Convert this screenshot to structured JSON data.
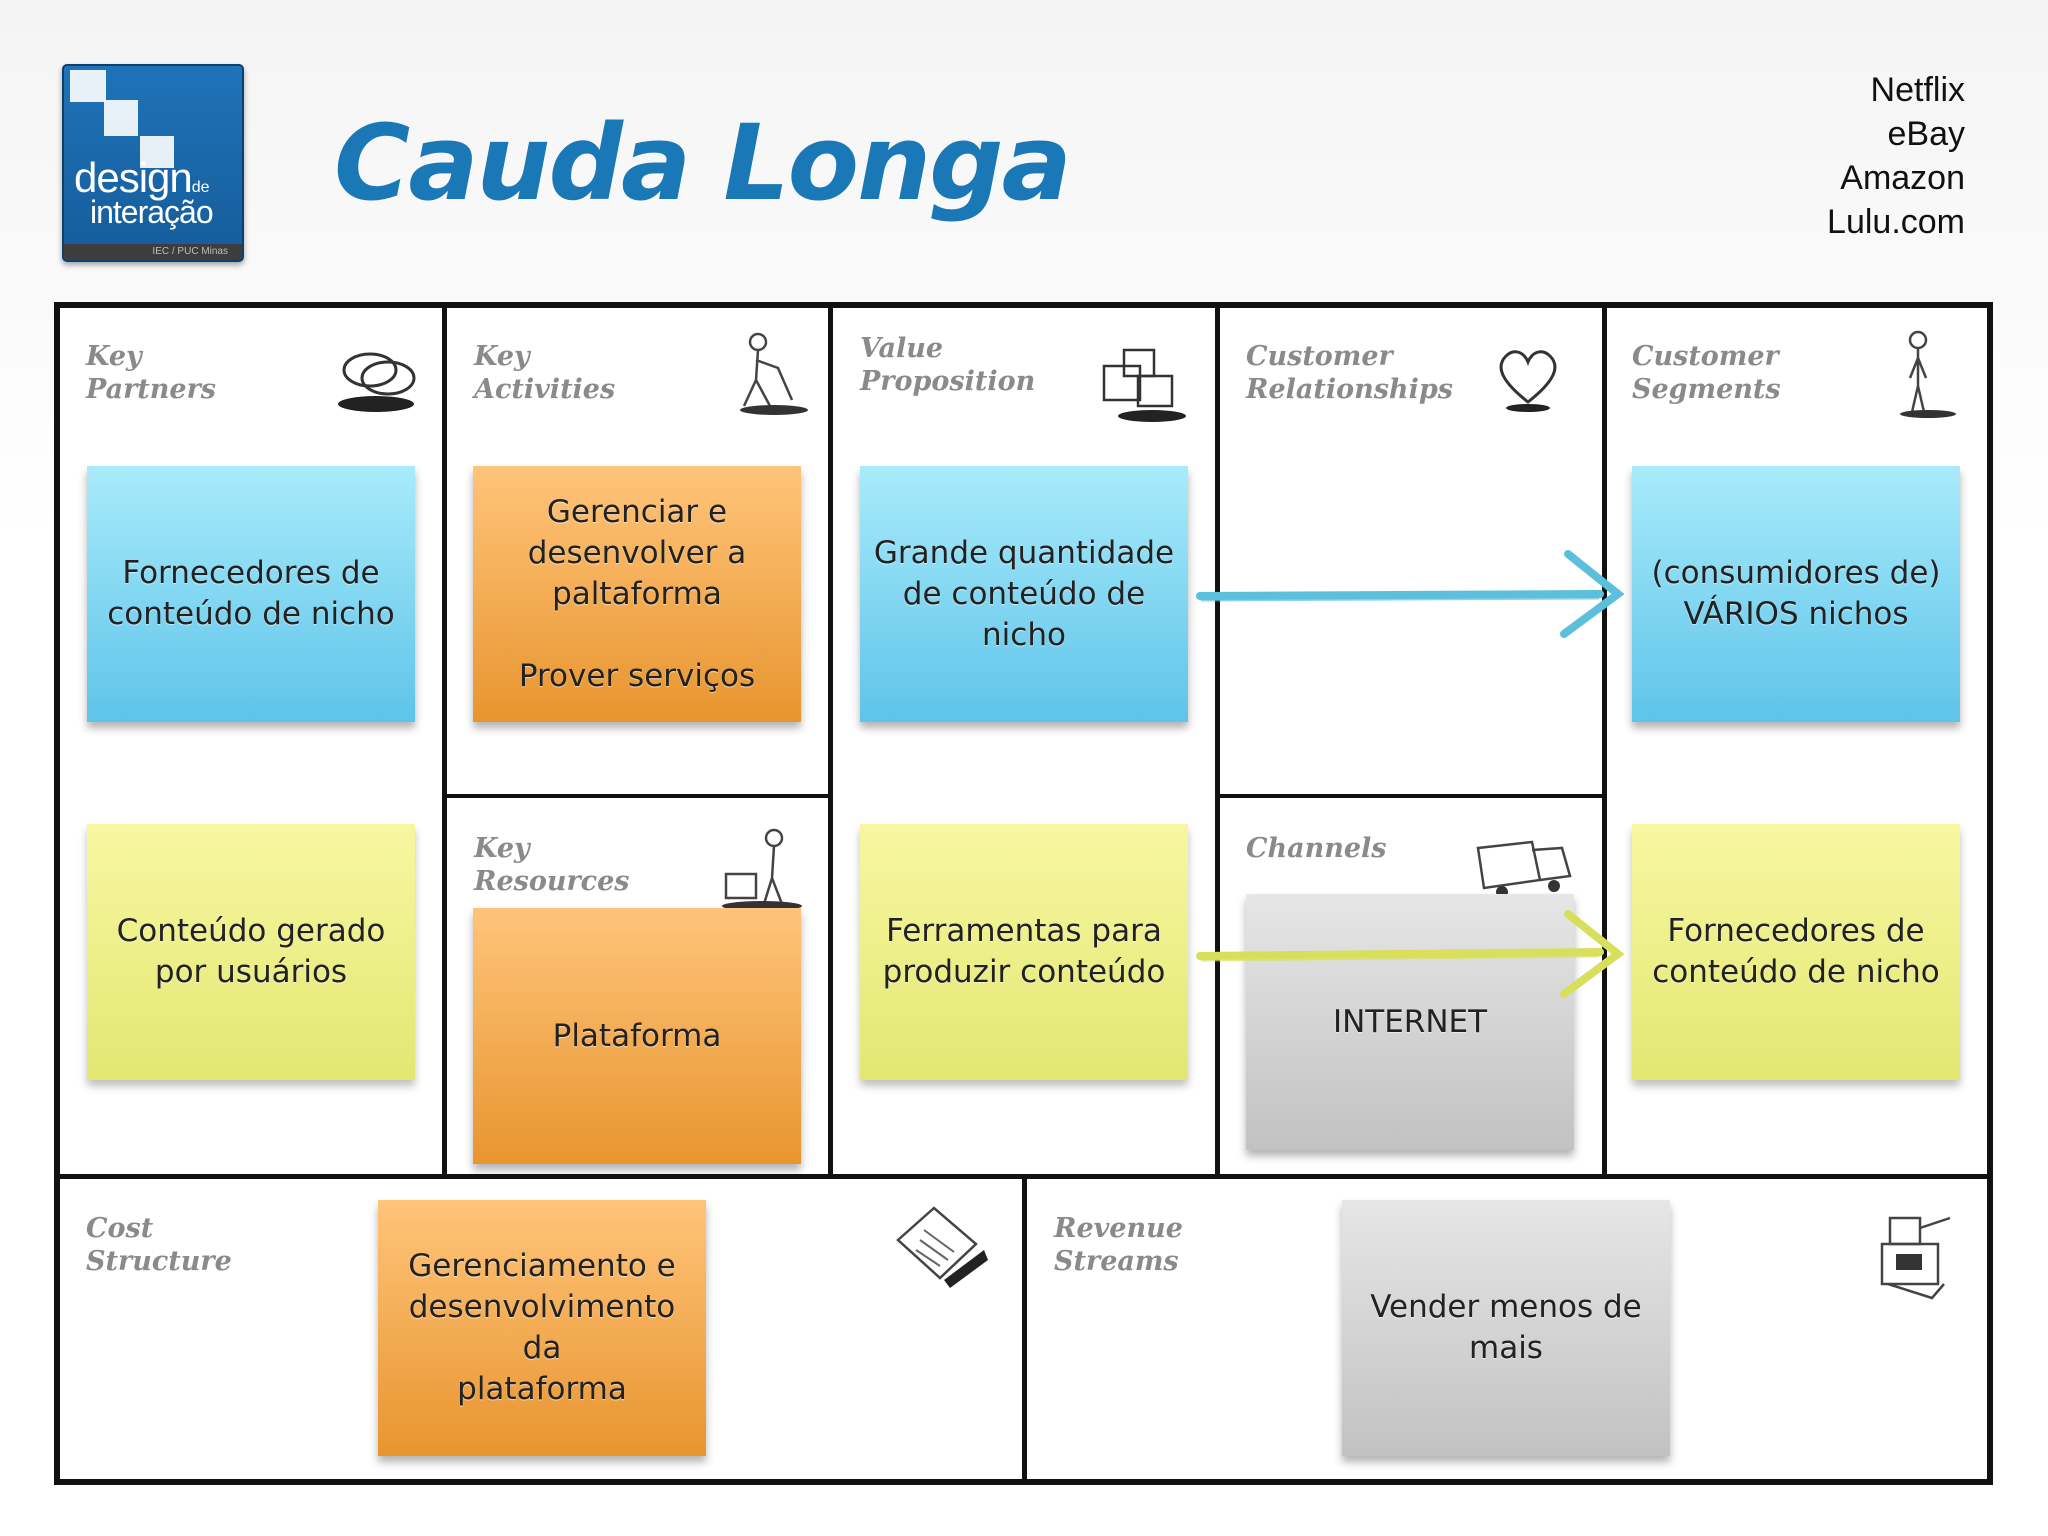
{
  "logo": {
    "line1": "design",
    "line1_small": "de",
    "line2": "interação",
    "footer": "IEC / PUC Minas"
  },
  "title": "Cauda Longa",
  "examples": [
    "Netflix",
    "eBay",
    "Amazon",
    "Lulu.com"
  ],
  "blocks": {
    "key_partners": "Key\nPartners",
    "key_activities": "Key\nActivities",
    "value_proposition": "Value\nProposition",
    "customer_relationships": "Customer\nRelationships",
    "customer_segments": "Customer\nSegments",
    "key_resources": "Key\nResources",
    "channels": "Channels",
    "cost_structure": "Cost\nStructure",
    "revenue_streams": "Revenue\nStreams"
  },
  "notes": {
    "partners_top": "Fornecedores de\nconteúdo de nicho",
    "partners_bottom": "Conteúdo gerado\npor usuários",
    "activities": "Gerenciar e\ndesenvolver a\npaltaforma\n\nProver serviços",
    "resources": "Plataforma",
    "value_top": "Grande quantidade\nde conteúdo de\nnicho",
    "value_bottom": "Ferramentas para\nproduzir conteúdo",
    "channels": "INTERNET",
    "segments_top": "(consumidores de)\nVÁRIOS nichos",
    "segments_bottom": "Fornecedores de\nconteúdo de nicho",
    "cost": "Gerenciamento e\ndesenvolvimento da\nplataforma",
    "revenue": "Vender menos de\nmais"
  },
  "colors": {
    "blue_note": "#6fcdee",
    "orange_note": "#f2a94a",
    "yellow_note": "#eef08a",
    "gray_note": "#d2d2d2",
    "title": "#1b78b6",
    "arrow_blue": "#5cc0dc",
    "arrow_yellow": "#d8df5c"
  }
}
